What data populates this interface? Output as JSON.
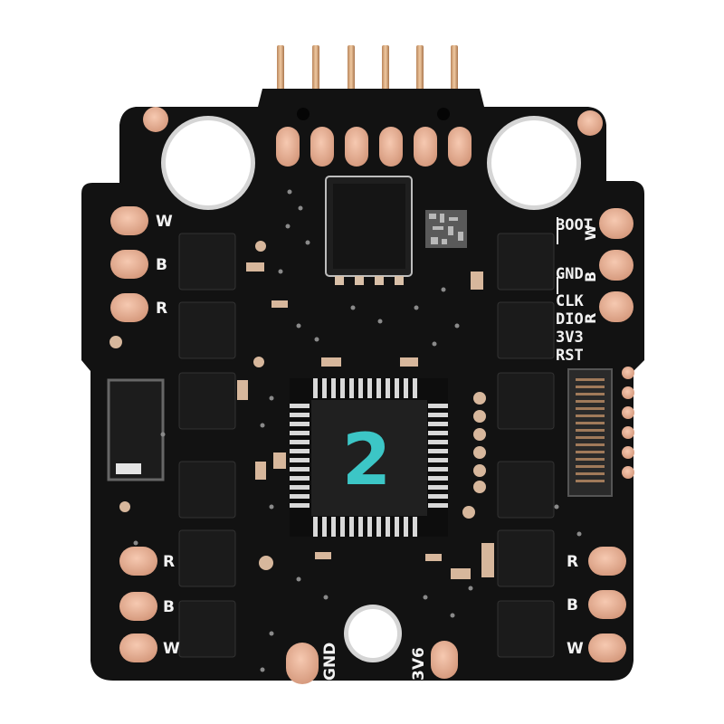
{
  "board": {
    "left_motor_labels": [
      "W",
      "B",
      "R"
    ],
    "left_lower_motor_labels": [
      "R",
      "B",
      "W"
    ],
    "right_motor_labels": [
      "W",
      "B",
      "R"
    ],
    "right_lower_motor_labels": [
      "R",
      "B",
      "W"
    ],
    "debug_labels": [
      "BOOT",
      "GND",
      "CLK",
      "DIO",
      "3V3",
      "RST"
    ],
    "bottom_left_pad_label": "GND",
    "bottom_right_pad_label": "3V6",
    "mcu_marking": "2"
  },
  "colors": {
    "pcb": "#121212",
    "pad_copper": "#e0a98f",
    "pin_gold": "#d7a87c",
    "silkscreen": "#f2f2f2",
    "chip": "#1f1f1f",
    "mcu_logo": "#3cc6c6"
  }
}
